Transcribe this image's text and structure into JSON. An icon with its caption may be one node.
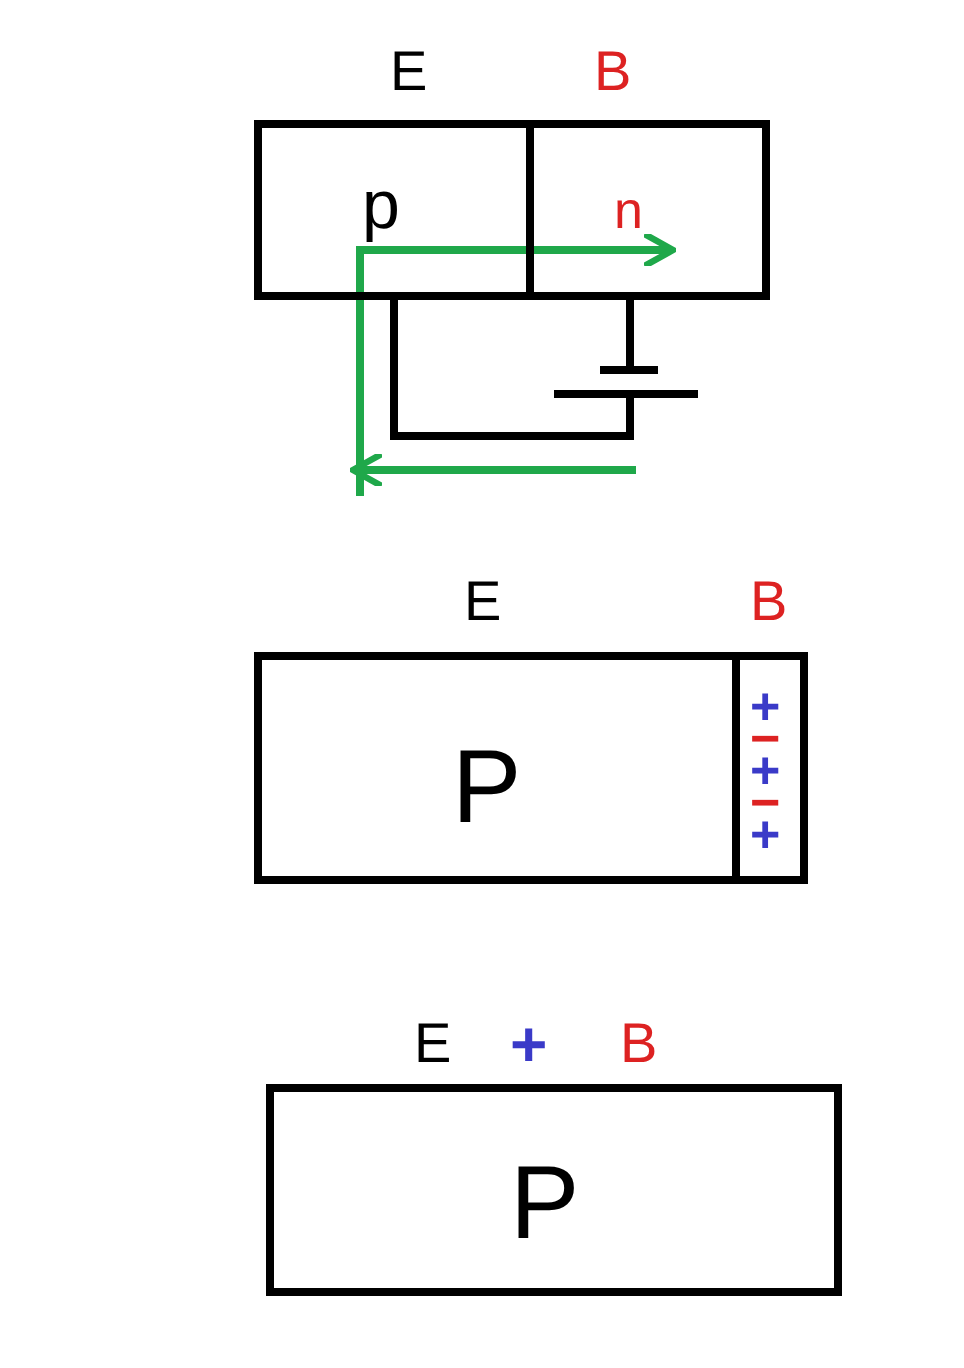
{
  "diagram": {
    "nodes": [
      {
        "text": [
          "p"
        ],
        "beside": [
          "E"
        ]
      },
      {
        "text": [
          "n"
        ],
        "beside": [
          "B"
        ]
      },
      {
        "text": [
          "P"
        ],
        "beside": [
          "E"
        ]
      },
      {
        "text": [
          "+",
          "−",
          "+",
          "−",
          "+"
        ],
        "beside": [
          "B"
        ]
      },
      {
        "text": [
          "P"
        ],
        "beside": [
          "E",
          "+",
          "B"
        ]
      },
      {
        "text": [],
        "shape": "battery"
      }
    ],
    "edges": [
      {
        "from": 0,
        "to": 5,
        "arrow": "none"
      },
      {
        "from": 1,
        "to": 5,
        "arrow": "none"
      }
    ]
  }
}
